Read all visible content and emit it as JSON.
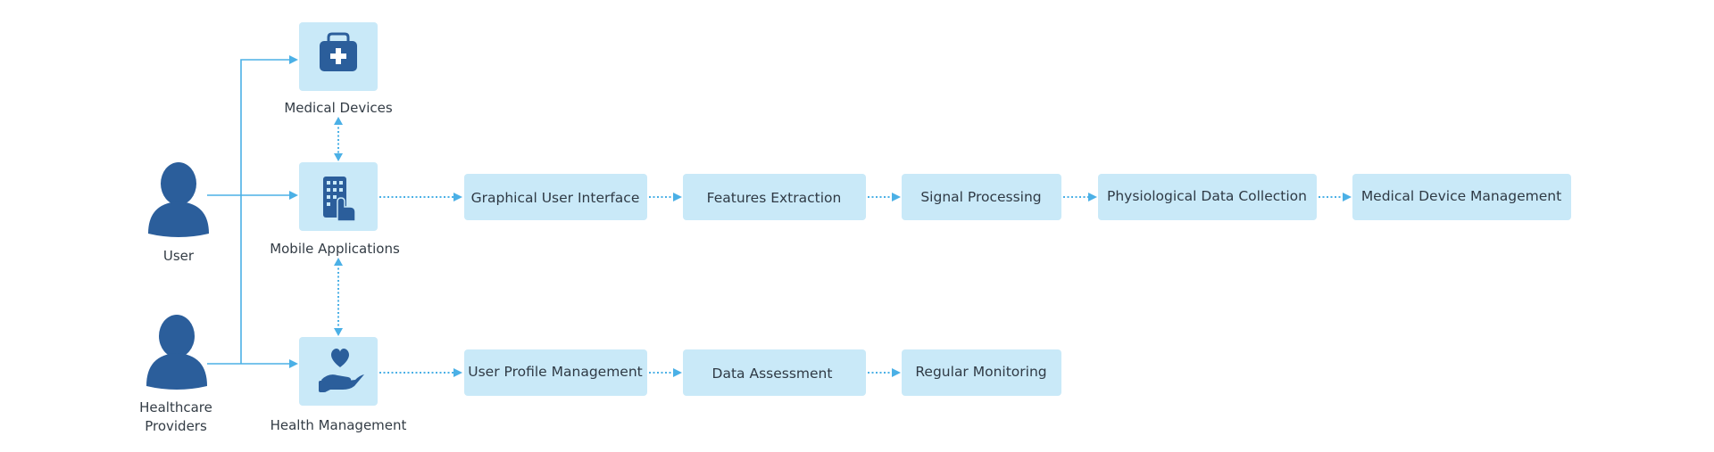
{
  "actors": {
    "user": "User",
    "providers_line1": "Healthcare",
    "providers_line2": "Providers"
  },
  "hubs": {
    "medical_devices": "Medical Devices",
    "mobile_applications": "Mobile Applications",
    "health_management": "Health Management"
  },
  "flow_top": [
    "Graphical User Interface",
    "Features Extraction",
    "Signal Processing",
    "Physiological Data Collection",
    "Medical Device Management"
  ],
  "flow_bottom": [
    "User Profile Management",
    "Data Assessment",
    "Regular Monitoring"
  ],
  "colors": {
    "box": "#c9e9f8",
    "icon": "#2b5e9b",
    "arrow": "#4bb0e6",
    "text": "#2f3a45"
  }
}
